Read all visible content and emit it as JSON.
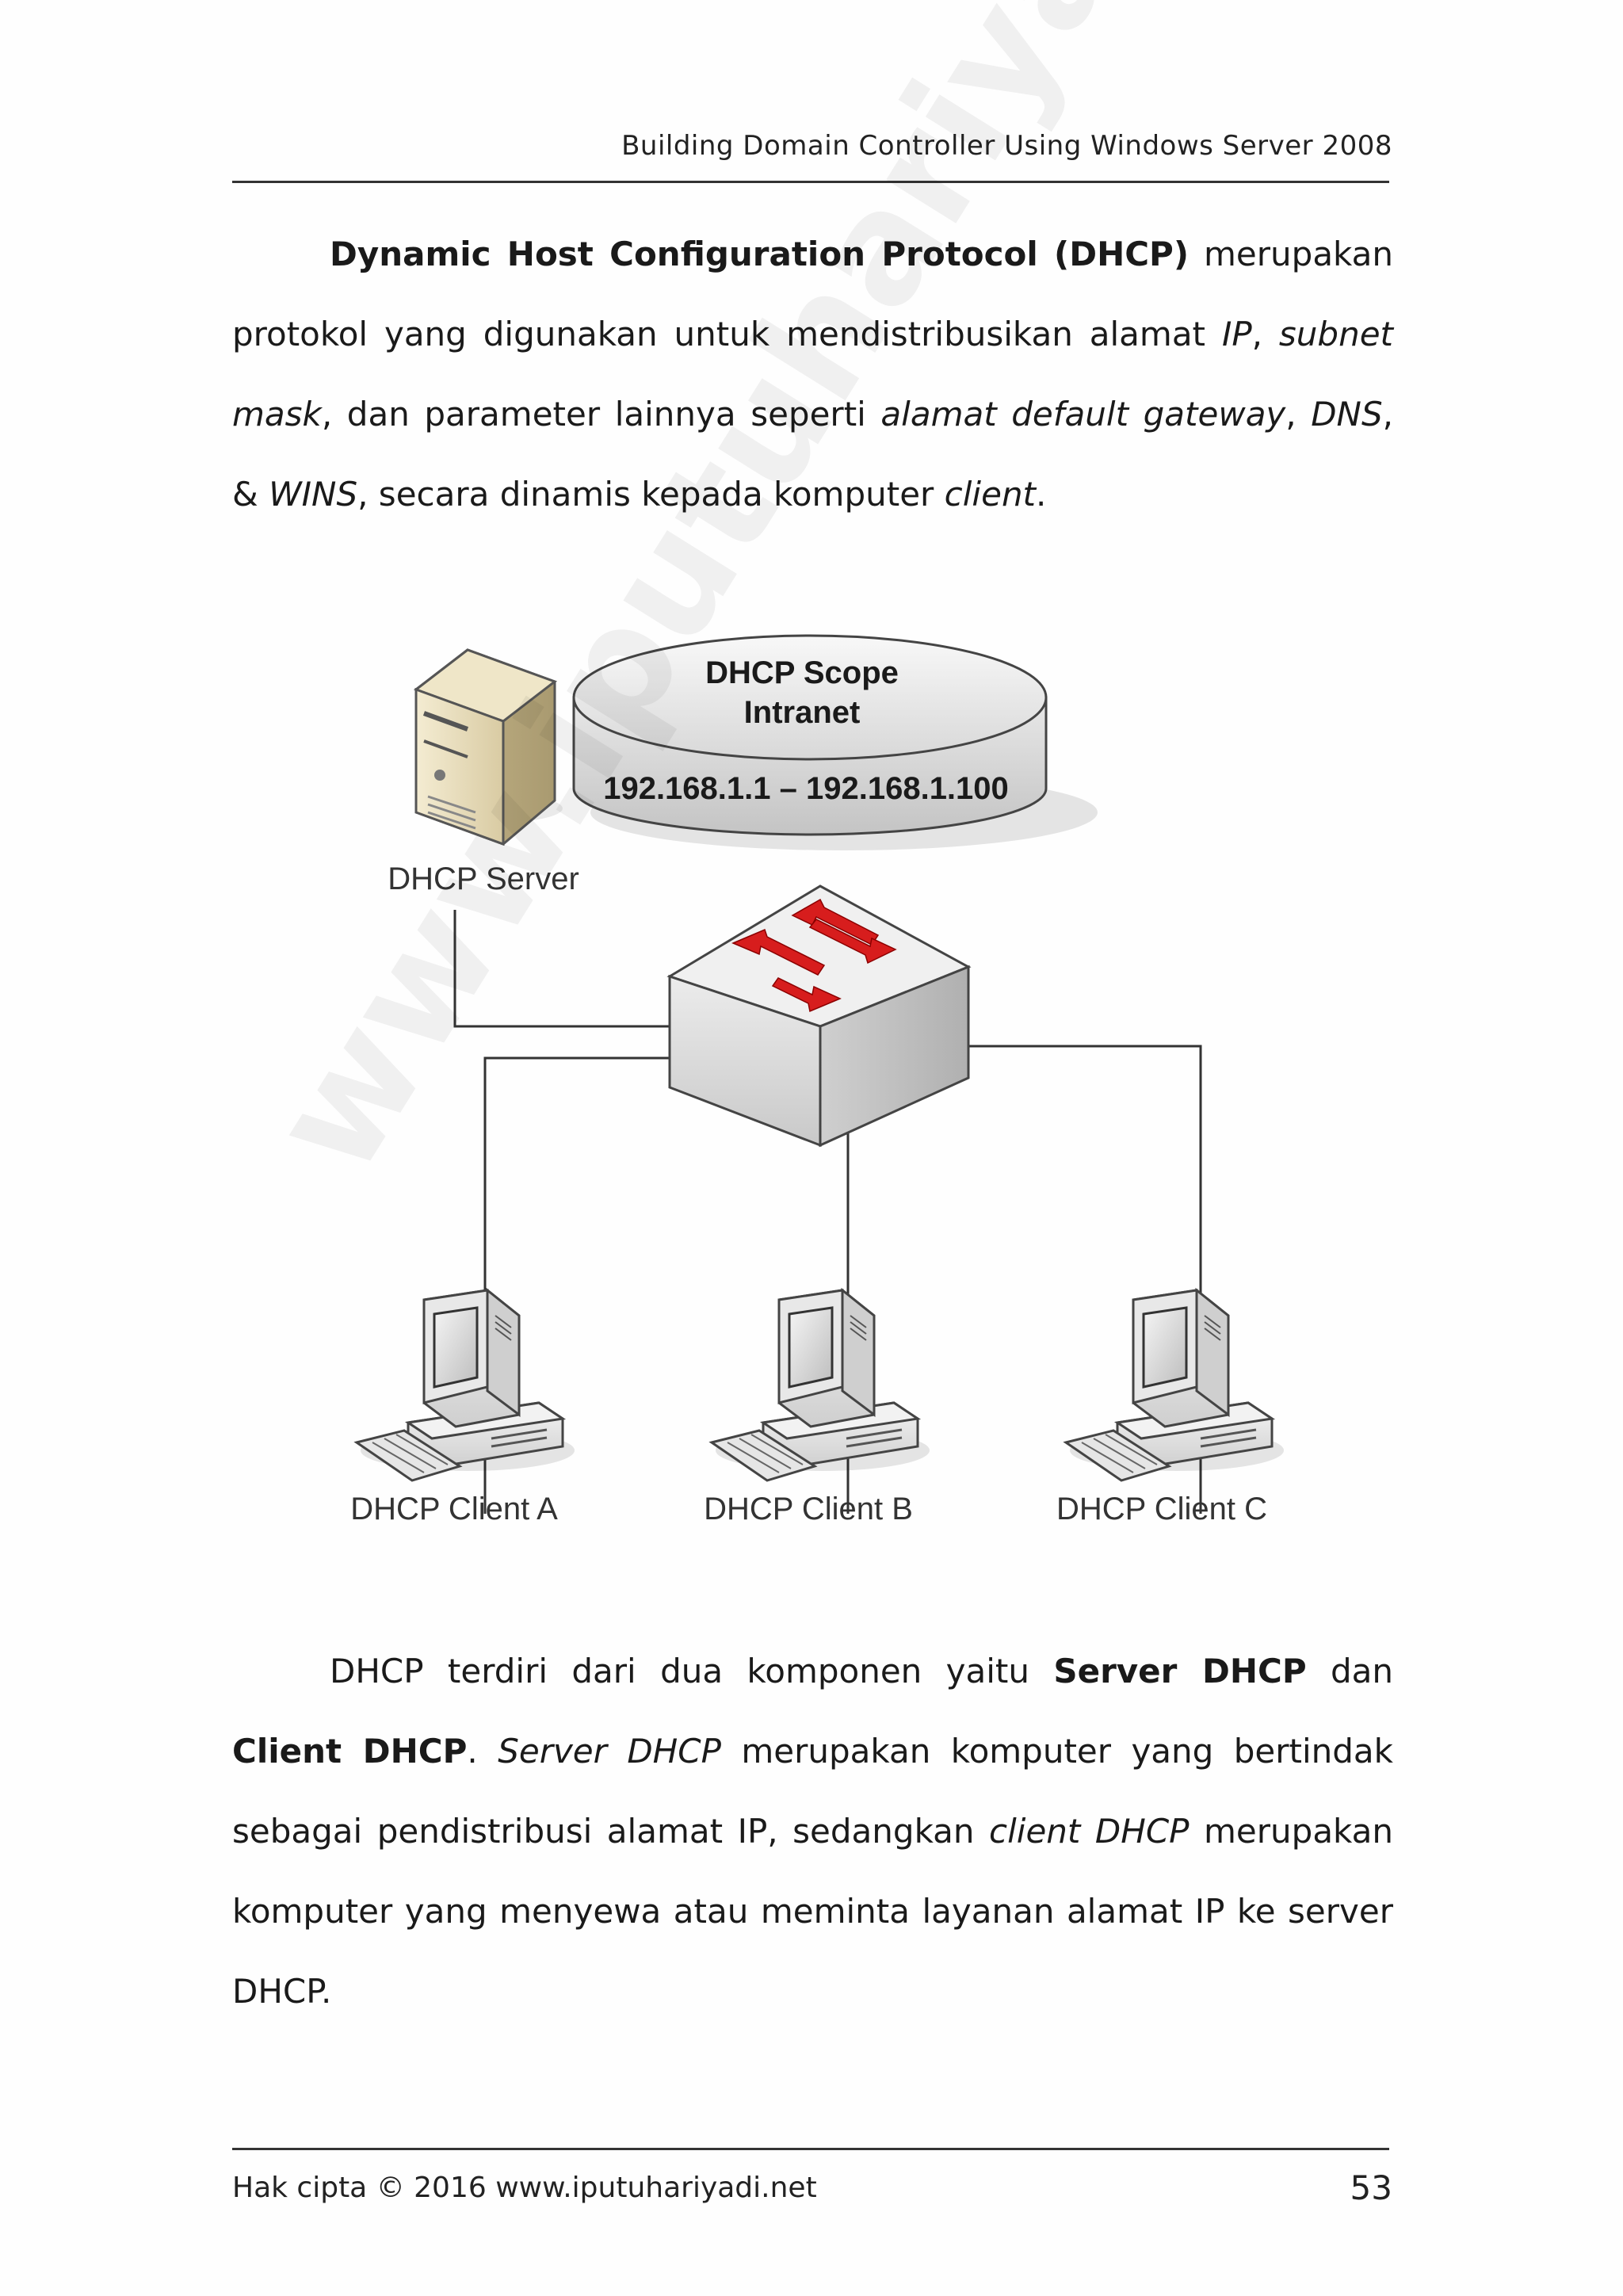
{
  "header": {
    "title": "Building Domain Controller Using Windows Server 2008"
  },
  "paragraph1": {
    "t1": "Dynamic Host Configuration Protocol (DHCP)",
    "t2": " merupakan protokol yang digunakan untuk mendistribusikan alamat ",
    "t3": "IP",
    "t4": ", ",
    "t5": "subnet mask",
    "t6": ", dan parameter lainnya seperti ",
    "t7": "alamat default gateway",
    "t8": ", ",
    "t9": "DNS",
    "t10": ", & ",
    "t11": "WINS",
    "t12": ", secara dinamis kepada komputer ",
    "t13": "client",
    "t14": "."
  },
  "diagram": {
    "scope_title": "DHCP Scope",
    "scope_subtitle": "Intranet",
    "scope_range": "192.168.1.1 – 192.168.1.100",
    "server_label": "DHCP Server",
    "client_a": "DHCP Client A",
    "client_b": "DHCP Client B",
    "client_c": "DHCP Client C"
  },
  "watermark": {
    "text": "www.iputuhariyadi.net"
  },
  "paragraph2": {
    "t1": "DHCP terdiri dari dua komponen yaitu ",
    "t2": "Server DHCP",
    "t3": " dan ",
    "t4": "Client DHCP",
    "t5": ". ",
    "t6": "Server DHCP",
    "t7": " merupakan komputer yang bertindak sebagai pendistribusi alamat IP, sedangkan ",
    "t8": "client DHCP",
    "t9": " merupakan komputer yang menyewa atau meminta layanan alamat IP ke server DHCP."
  },
  "footer": {
    "copyright": "Hak cipta © 2016 www.iputuhariyadi.net",
    "page_number": "53"
  }
}
